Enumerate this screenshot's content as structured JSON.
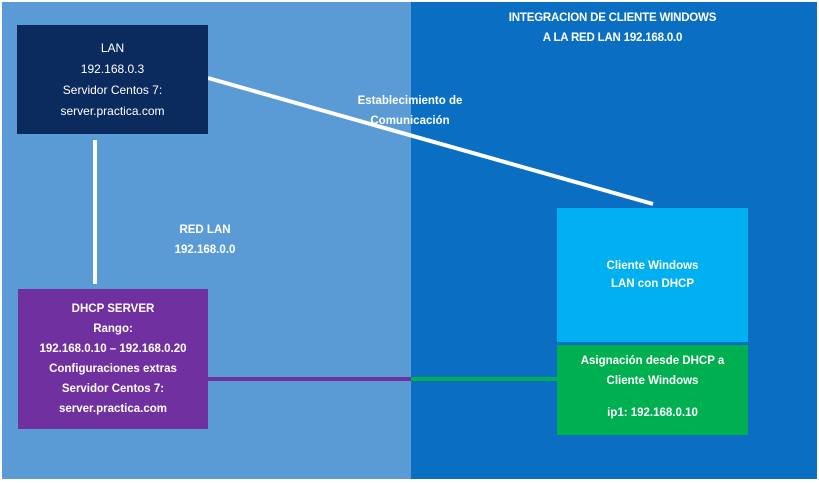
{
  "title": {
    "line1": "INTEGRACION DE CLIENTE WINDOWS",
    "line2": "A LA RED LAN 192.168.0.0"
  },
  "lan_server": {
    "line1": "LAN",
    "line2": "192.168.0.3",
    "line3": "Servidor Centos 7:",
    "line4": "server.practica.com"
  },
  "link_label": {
    "line1": "Establecimiento de",
    "line2": "Comunicación"
  },
  "red_lan": {
    "line1": "RED LAN",
    "line2": "192.168.0.0"
  },
  "dhcp_server": {
    "line1": "DHCP SERVER",
    "line2": "Rango:",
    "line3": "192.168.0.10 – 192.168.0.20",
    "line4": "Configuraciones extras",
    "line5": "Servidor Centos 7:",
    "line6": "server.practica.com"
  },
  "windows_client": {
    "line1": "Cliente Windows",
    "line2": "LAN con DHCP"
  },
  "dhcp_assignment": {
    "line1": "Asignación desde DHCP a",
    "line2": "Cliente Windows",
    "line3": "ip1: 192.168.0.10"
  },
  "colors": {
    "left_region": "#5b9bd5",
    "right_region": "#0a6fc2",
    "lan_box": "#0b2b5e",
    "dhcp_box": "#7030a0",
    "client_box": "#00b0f0",
    "assign_box": "#00b050",
    "link_white": "#ffffff",
    "link_purple": "#7030a0",
    "link_green": "#00b050"
  }
}
